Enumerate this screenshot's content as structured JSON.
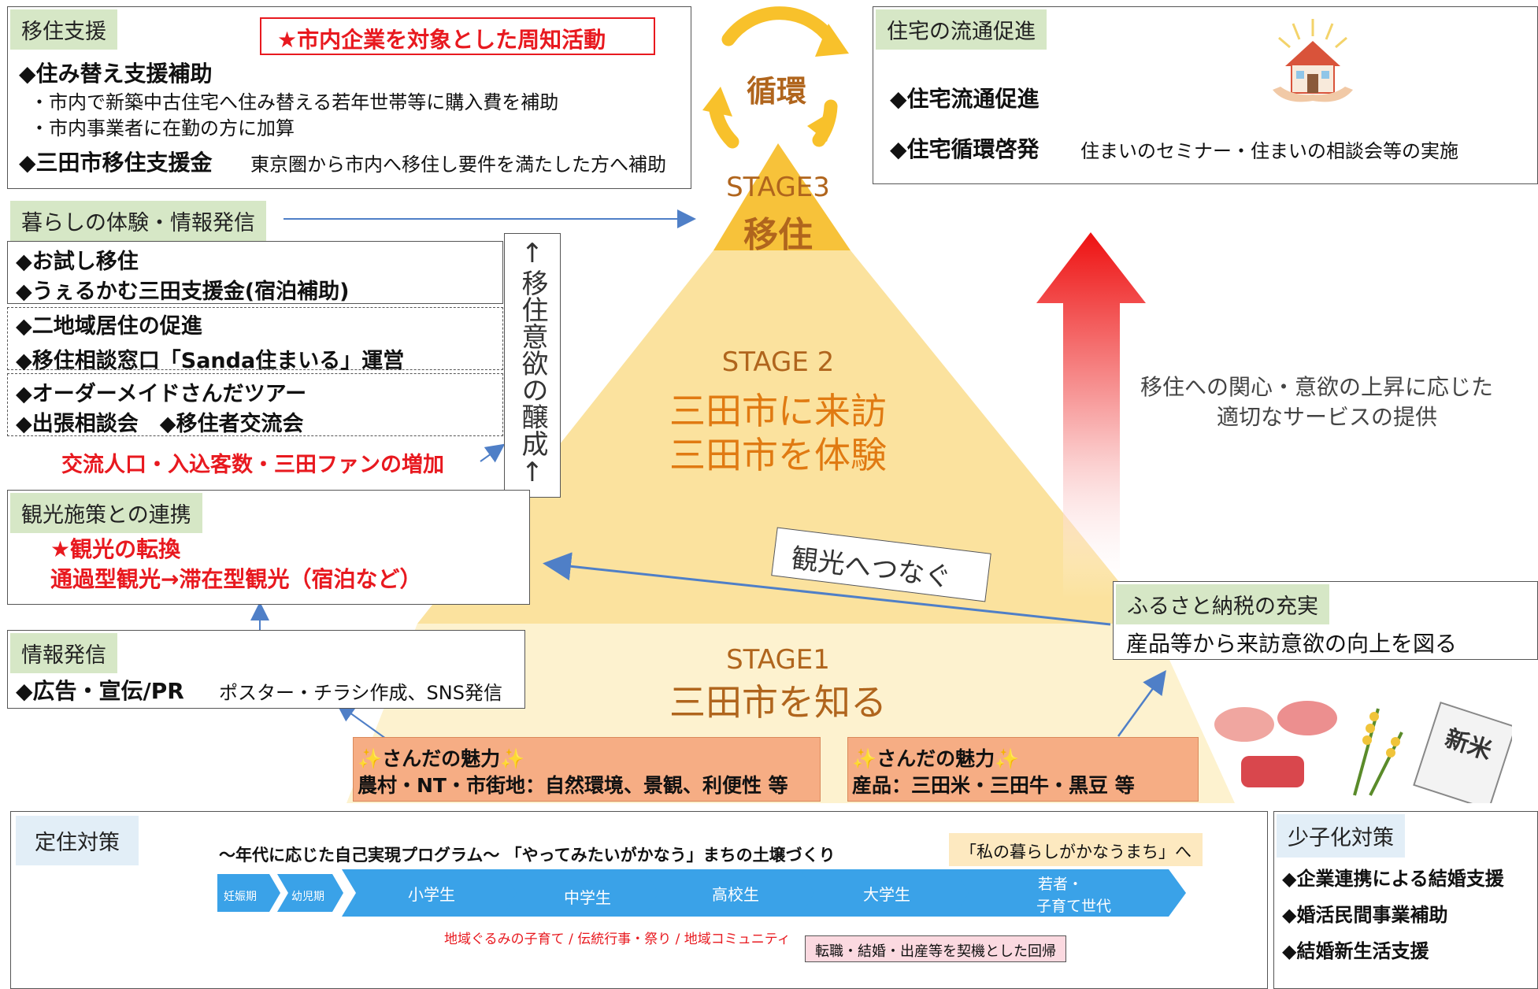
{
  "colors": {
    "tag_green": "#d6e7c6",
    "tag_blue": "#e2eef7",
    "pyramid_top": "#f7c23a",
    "pyramid_mid": "#fbe29e",
    "pyramid_bottom": "#fdf2cf",
    "red_text": "#e8191f",
    "arrow_blue": "#4f7fc7",
    "chevron_blue": "#3aa2e8",
    "orange_box": "#f6ad84",
    "stage_text": "#b0651d",
    "cycle_arrow": "#f8c12b"
  },
  "cycle": {
    "label": "循環"
  },
  "stages": {
    "s3": {
      "label": "STAGE3",
      "title": "移住"
    },
    "s2": {
      "label": "STAGE 2",
      "title1": "三田市に来訪",
      "title2": "三田市を体験"
    },
    "s1": {
      "label": "STAGE1",
      "title": "三田市を知る"
    }
  },
  "ijuu": {
    "tag": "移住支援",
    "notice": "★市内企業を対象とした周知活動",
    "l1": "◆住み替え支援補助",
    "l2": "・市内で新築中古住宅へ住み替える若年世帯等に購入費を補助",
    "l3": "・市内事業者に在勤の方に加算",
    "l4a": "◆三田市移住支援金",
    "l4b": "東京圏から市内へ移住し要件を満たした方へ補助"
  },
  "jutaku": {
    "tag": "住宅の流通促進",
    "l1": "◆住宅流通促進",
    "l2a": "◆住宅循環啓発",
    "l2b": "住まいのセミナー・住まいの相談会等の実施"
  },
  "kurashi": {
    "tag": "暮らしの体験・情報発信",
    "b1l1": "◆お試し移住",
    "b1l2": "◆うぇるかむ三田支援金(宿泊補助)",
    "b2l1": "◆二地域居住の促進",
    "b2l2": "◆移住相談窓口「Sanda住まいる」運営",
    "b3l1": "◆オーダーメイドさんだツアー",
    "b3l2": "◆出張相談会　◆移住者交流会",
    "result": "交流人口・入込客数・三田ファンの増加"
  },
  "vertical": {
    "text": "↑移住意欲の醸成↑"
  },
  "kanko": {
    "tag": "観光施策との連携",
    "l1": "★観光の転換",
    "l2": "通過型観光→滞在型観光（宿泊など）"
  },
  "joho": {
    "tag": "情報発信",
    "l1a": "◆広告・宣伝/PR",
    "l1b": "ポスター・チラシ作成、SNS発信"
  },
  "tsunagu": {
    "label": "観光へつなぐ"
  },
  "rise": {
    "l1": "移住への関心・意欲の上昇に応じた",
    "l2": "適切なサービスの提供"
  },
  "furusato": {
    "tag": "ふるさと納税の充実",
    "text": "産品等から来訪意欲の向上を図る"
  },
  "miryoku": {
    "left_title": "✨さんだの魅力✨",
    "left_text": "農村・NT・市街地：自然環境、景観、利便性 等",
    "right_title": "✨さんだの魅力✨",
    "right_text": "産品：三田米・三田牛・黒豆 等"
  },
  "products": {
    "bag_text": "新米"
  },
  "teijuu": {
    "tag": "定住対策",
    "program": "～年代に応じた自己実現プログラム～ 「やってみたいがかなう」まちの土壌づくり",
    "goal": "「私の暮らしがかなうまち」へ",
    "chevrons": [
      "妊娠期",
      "幼児期",
      "小学生",
      "中学生",
      "高校生",
      "大学生",
      "若者・",
      "子育て世代"
    ],
    "bottom": "地域ぐるみの子育て / 伝統行事・祭り / 地域コミュニティ",
    "return": "転職・結婚・出産等を契機とした回帰"
  },
  "shoshi": {
    "tag": "少子化対策",
    "l1": "◆企業連携による結婚支援",
    "l2": "◆婚活民間事業補助",
    "l3": "◆結婚新生活支援"
  }
}
